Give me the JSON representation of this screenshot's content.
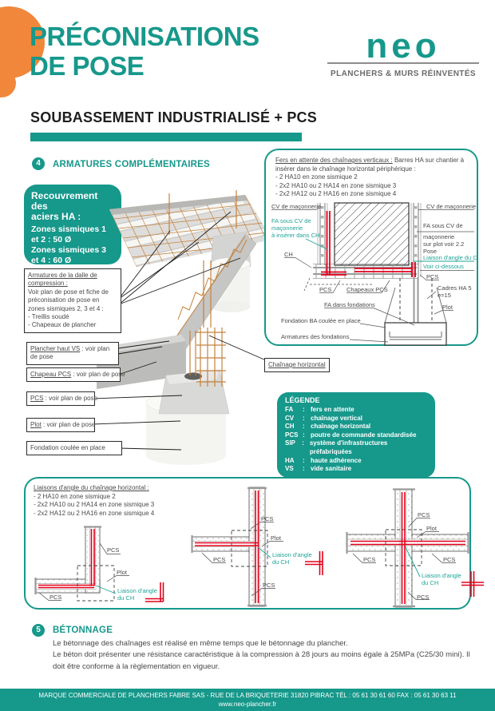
{
  "colors": {
    "teal": "#16988B",
    "orange": "#F0873B",
    "red": "#E3001B",
    "dark_text": "#4a4a4a"
  },
  "header": {
    "title_line1": "PRÉCONISATIONS",
    "title_line2": "DE POSE",
    "logo_text": "neo",
    "logo_tagline": "PLANCHERS & MURS RÉINVENTÉS",
    "subtitle": "SOUBASSEMENT INDUSTRIALISÉ + PCS"
  },
  "section4": {
    "number": "4",
    "title": "ARMATURES COMPLÉMENTAIRES",
    "recouvrement": {
      "title_line1": "Recouvrement des",
      "title_line2": "aciers HA :",
      "lines": [
        "Zones sismiques 1",
        "et 2 : 50 Ø",
        "Zones sismiques 3",
        "et 4 : 60 Ø"
      ]
    },
    "callouts": {
      "armatures_lead": "Armatures de la dalle de compression :",
      "armatures_body": "Voir plan de pose et fiche de préconisation de pose en zones sismiques 2, 3 et 4 :",
      "armatures_item1": "- Treillis soudé",
      "armatures_item2": "- Chapeaux de plancher",
      "plancher_lead": "Plancher haut VS",
      "plancher_rest": " : voir plan de pose",
      "chapeau_lead": "Chapeau PCS",
      "chapeau_rest": " : voir plan de pose",
      "pcs_lead": "PCS",
      "pcs_rest": " : voir plan de pose",
      "plot_lead": "Plot",
      "plot_rest": " : voir plan de pose",
      "fondation": "Fondation coulée en place",
      "chainage_horizontal": "Chaînage horizontal"
    }
  },
  "detail_box": {
    "intro_lead": "Fers en attente des chaînages verticaux :",
    "intro_rest": " Barres HA sur chantier à insérer dans le chaînage horizontal périphérique :",
    "item1": "- 2 HA10 en zone sismique 2",
    "item2": "- 2x2 HA10 ou 2 HA14 en zone sismique 3",
    "item3": "- 2x2 HA12 ou 2 HA16 en zone sismique 4",
    "labels": {
      "cv_left": "CV de maçonnerie",
      "cv_right": "CV de maçonnerie",
      "fa_left_1": "FA sous CV de",
      "fa_left_2": "maçonnerie",
      "fa_left_3": "à insérer dans CH",
      "ch": "CH",
      "fa_right_1": "FA sous CV de",
      "fa_right_2": "maçonnerie",
      "fa_right_3": "sur plot  voir 2.2",
      "fa_right_4": "Pose",
      "liaison": "Liaison d'angle du CH",
      "voir": "Voir ci-dessous",
      "pcs": "PCS",
      "chapeaux_pcs": "Chapeaux PCS",
      "cadres_1": "Cadres HA 5",
      "cadres_2": "e=15",
      "fa_fondations": "FA dans fondations",
      "plot": "Plot",
      "fondation_ba": "Fondation BA coulée en place",
      "armatures_fondations": "Armatures des fondations"
    }
  },
  "legend": {
    "title": "LÉGENDE",
    "entries": [
      {
        "abbr": "FA",
        "sep": ":",
        "desc": "fers en attente"
      },
      {
        "abbr": "CV",
        "sep": ":",
        "desc": "chaînage vertical"
      },
      {
        "abbr": "CH",
        "sep": ":",
        "desc": "chaînage horizontal"
      },
      {
        "abbr": "PCS",
        "sep": ":",
        "desc": "poutre de commande standardisée"
      },
      {
        "abbr": "SIP",
        "sep": ":",
        "desc": "système d'infrastructures préfabriquées"
      },
      {
        "abbr": "HA",
        "sep": ":",
        "desc": "haute adhérence"
      },
      {
        "abbr": "VS",
        "sep": ":",
        "desc": "vide sanitaire"
      }
    ]
  },
  "liaisons_box": {
    "intro_lead": "Liaisons d'angle du chaînage horizontal :",
    "item1": "- 2 HA10 en zone sismique 2",
    "item2": "- 2x2 HA10 ou 2 HA14 en zone sismique 3",
    "item3": "- 2x2 HA12 ou 2 HA16 en zone sismique 4",
    "labels": {
      "pcs": "PCS",
      "plot": "Plot",
      "liaison_1": "Liaison d'angle",
      "liaison_2": "du CH"
    }
  },
  "section5": {
    "number": "5",
    "title": "BÉTONNAGE",
    "para_1": "Le bétonnage des chaînages est réalisé en même temps que le bétonnage du plancher.",
    "para_2": "Le béton doit présenter une résistance caractéristique à la compression à 28 jours au moins égale à 25MPa (C25/30 mini). Il doit être conforme à la règlementation en vigueur."
  },
  "footer": {
    "line1": "MARQUE COMMERCIALE DE PLANCHERS FABRE SAS - RUE DE LA BRIQUETERIE 31820 PIBRAC   TÉL : 05 61 30 61 60   FAX : 05 61 30 63 11",
    "line2": "www.neo-plancher.fr"
  }
}
